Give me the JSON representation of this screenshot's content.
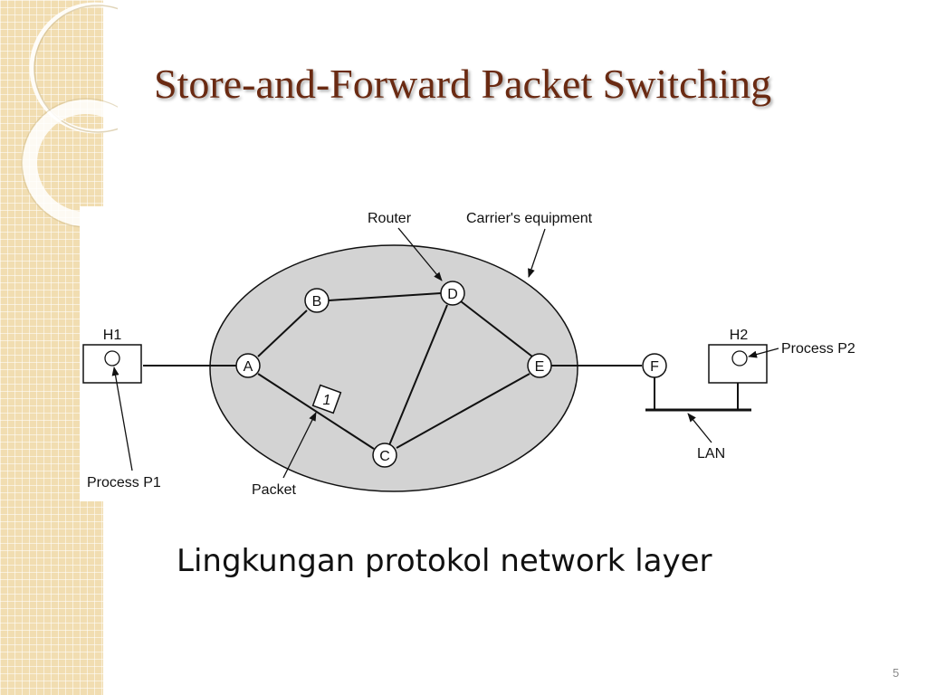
{
  "slide": {
    "title": "Store-and-Forward Packet Switching",
    "caption": "Lingkungan protokol network layer",
    "number": "5"
  },
  "diagram": {
    "labels": {
      "router": "Router",
      "carrier": "Carrier's equipment",
      "h1": "H1",
      "h2": "H2",
      "process_p1": "Process P1",
      "process_p2": "Process P2",
      "packet": "Packet",
      "lan": "LAN"
    },
    "nodes": {
      "a": "A",
      "b": "B",
      "c": "C",
      "d": "D",
      "e": "E",
      "f": "F"
    },
    "packet_number": "1"
  },
  "colors": {
    "title": "#6a2a12",
    "strip": "#f1ddb1",
    "carrier_fill": "#d3d3d3"
  }
}
